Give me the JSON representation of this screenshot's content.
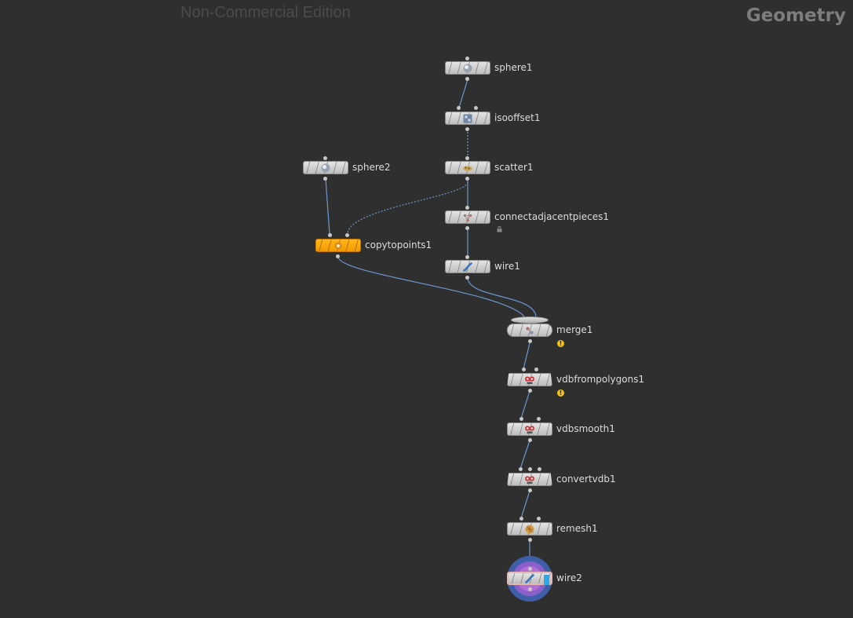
{
  "header": {
    "watermark": "Non-Commercial Edition",
    "context": "Geometry"
  },
  "colors": {
    "background": "#2f2f2f",
    "wire": "#6c97cf",
    "selected_node": "#f5a000",
    "display_flag": "#2da7e6",
    "warning": "#f3c21b"
  },
  "nodes": {
    "sphere1": {
      "label": "sphere1",
      "icon": "sphere-icon"
    },
    "isooffset1": {
      "label": "isooffset1",
      "icon": "isooffset-icon"
    },
    "scatter1": {
      "label": "scatter1",
      "icon": "scatter-icon"
    },
    "sphere2": {
      "label": "sphere2",
      "icon": "sphere-icon"
    },
    "connectadjacentpieces1": {
      "label": "connectadjacentpieces1",
      "icon": "connect-icon",
      "locked": true
    },
    "copytopoints1": {
      "label": "copytopoints1",
      "icon": "copy-icon",
      "selected": true
    },
    "wire1": {
      "label": "wire1",
      "icon": "wire-icon"
    },
    "merge1": {
      "label": "merge1",
      "icon": "merge-icon",
      "warning": true
    },
    "vdbfrompolygons1": {
      "label": "vdbfrompolygons1",
      "icon": "vdb-icon",
      "warning": true
    },
    "vdbsmooth1": {
      "label": "vdbsmooth1",
      "icon": "vdb-icon"
    },
    "convertvdb1": {
      "label": "convertvdb1",
      "icon": "vdb-icon"
    },
    "remesh1": {
      "label": "remesh1",
      "icon": "remesh-icon"
    },
    "wire2": {
      "label": "wire2",
      "icon": "wire-icon",
      "display": true,
      "render": true
    }
  }
}
